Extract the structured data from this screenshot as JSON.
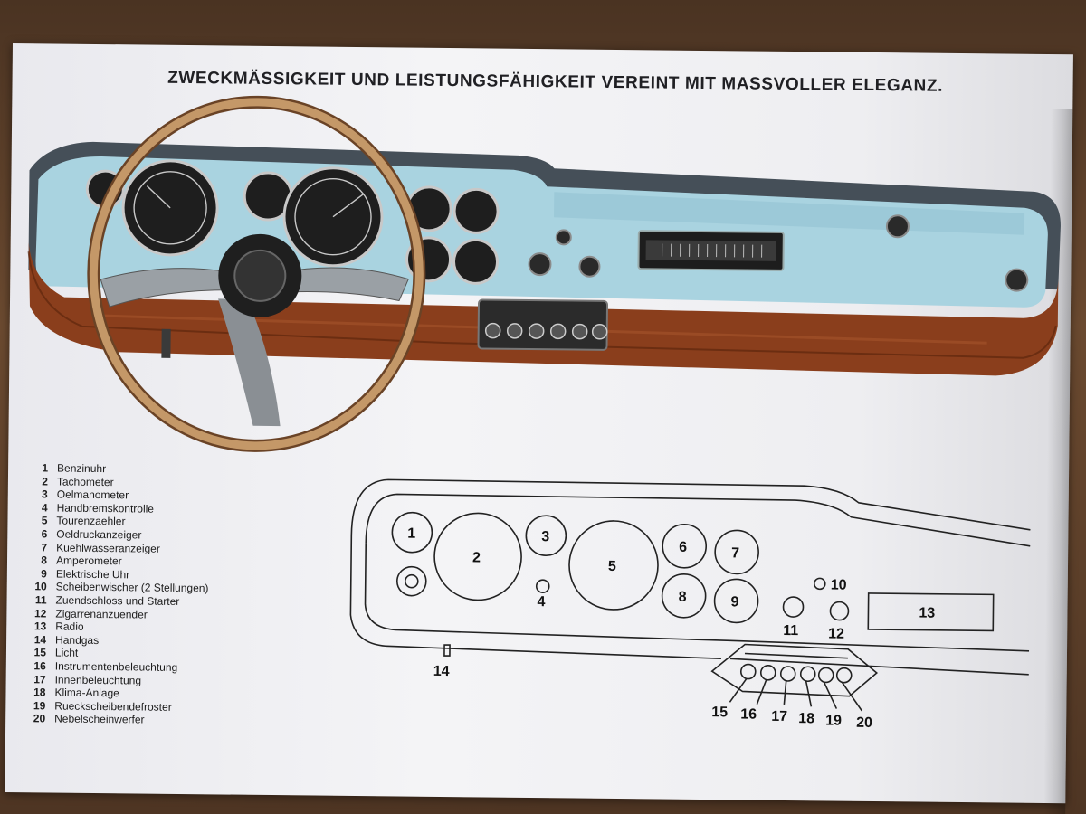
{
  "headline": "ZWECKMÄSSIGKEIT UND LEISTUNGSFÄHIGKEIT VEREINT MIT MASSVOLLER ELEGANZ.",
  "legend": [
    {
      "num": "1",
      "text": "Benzinuhr"
    },
    {
      "num": "2",
      "text": "Tachometer"
    },
    {
      "num": "3",
      "text": "Oelmanometer"
    },
    {
      "num": "4",
      "text": "Handbremskontrolle"
    },
    {
      "num": "5",
      "text": "Tourenzaehler"
    },
    {
      "num": "6",
      "text": "Oeldruckanzeiger"
    },
    {
      "num": "7",
      "text": "Kuehlwasseranzeiger"
    },
    {
      "num": "8",
      "text": "Amperometer"
    },
    {
      "num": "9",
      "text": "Elektrische Uhr"
    },
    {
      "num": "10",
      "text": "Scheibenwischer (2 Stellungen)"
    },
    {
      "num": "11",
      "text": "Zuendschloss und Starter"
    },
    {
      "num": "12",
      "text": "Zigarrenanzuender"
    },
    {
      "num": "13",
      "text": "Radio"
    },
    {
      "num": "14",
      "text": "Handgas"
    },
    {
      "num": "15",
      "text": "Licht"
    },
    {
      "num": "16",
      "text": "Instrumentenbeleuchtung"
    },
    {
      "num": "17",
      "text": "Innenbeleuchtung"
    },
    {
      "num": "18",
      "text": "Klima-Anlage"
    },
    {
      "num": "19",
      "text": "Rueckscheibendefroster"
    },
    {
      "num": "20",
      "text": "Nebelscheinwerfer"
    }
  ],
  "diagram_labels": {
    "l1": "1",
    "l2": "2",
    "l3": "3",
    "l4": "4",
    "l5": "5",
    "l6": "6",
    "l7": "7",
    "l8": "8",
    "l9": "9",
    "l10": "10",
    "l11": "11",
    "l12": "12",
    "l13": "13",
    "l14": "14",
    "l15": "15",
    "l16": "16",
    "l17": "17",
    "l18": "18",
    "l19": "19",
    "l20": "20"
  },
  "colors": {
    "dash_blue": "#a9d3e0",
    "wood": "#8a3e1c",
    "dash_top": "#4a5660",
    "steering_rim": "#b98a5c"
  }
}
